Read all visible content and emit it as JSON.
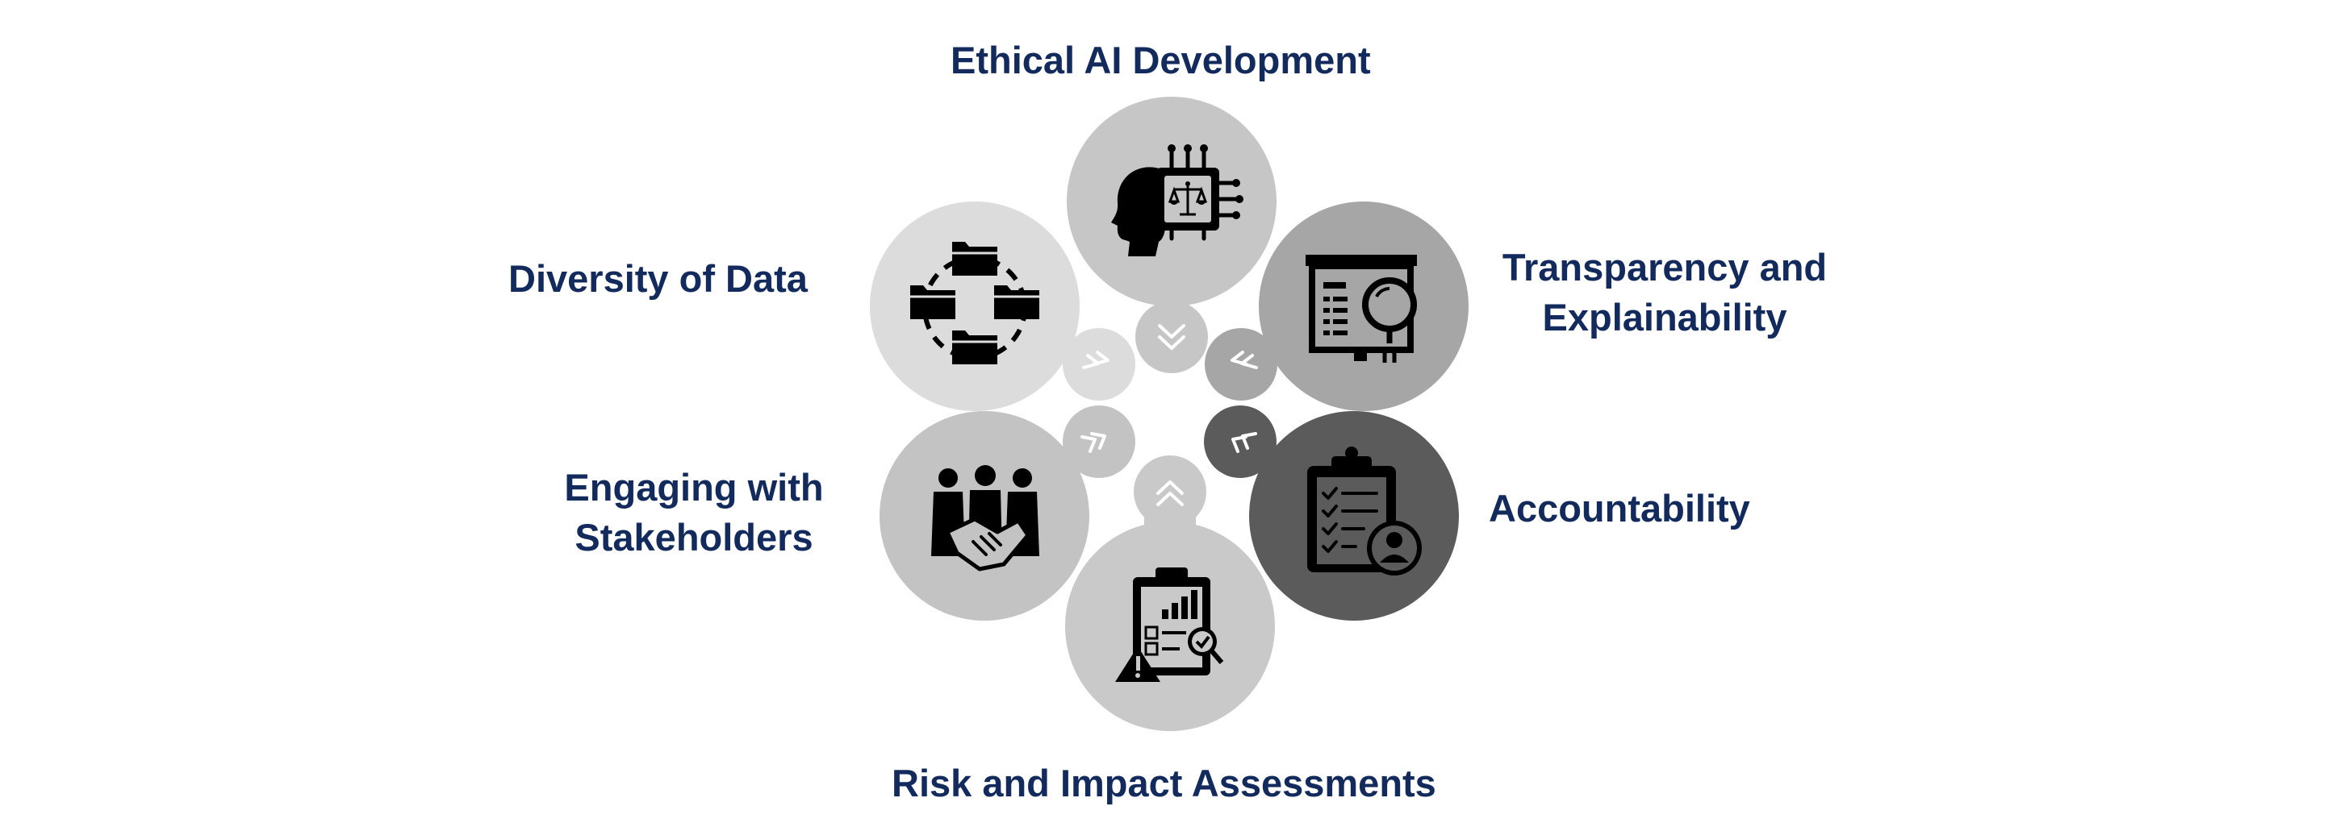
{
  "colors": {
    "label_text": "#132b5c",
    "icon": "#000000",
    "arrow": "#ffffff",
    "ethical": "#c6c6c6",
    "transparency": "#a6a6a6",
    "accountability": "#5b5b5b",
    "risk": "#c9c9c9",
    "engaging": "#c3c3c3",
    "diversity": "#dcdcdc"
  },
  "segments": [
    {
      "id": "ethical",
      "label_lines": [
        "Ethical AI Development"
      ],
      "icon": "ai-head-justice-chip-icon",
      "connector_arrow": "double-chevron-down"
    },
    {
      "id": "transparency",
      "label_lines": [
        "Transparency and",
        "Explainability"
      ],
      "icon": "presentation-board-magnifier-icon",
      "connector_arrow": "double-chevron-down-left"
    },
    {
      "id": "accountability",
      "label_lines": [
        "Accountability"
      ],
      "icon": "clipboard-checklist-user-icon",
      "connector_arrow": "double-chevron-up-left"
    },
    {
      "id": "risk",
      "label_lines": [
        "Risk and Impact Assessments"
      ],
      "icon": "report-chart-warning-icon",
      "connector_arrow": "double-chevron-up"
    },
    {
      "id": "engaging",
      "label_lines": [
        "Engaging with",
        "Stakeholders"
      ],
      "icon": "team-handshake-icon",
      "connector_arrow": "double-chevron-up-right"
    },
    {
      "id": "diversity",
      "label_lines": [
        "Diversity of Data"
      ],
      "icon": "folders-network-icon",
      "connector_arrow": "double-chevron-down-right"
    }
  ]
}
